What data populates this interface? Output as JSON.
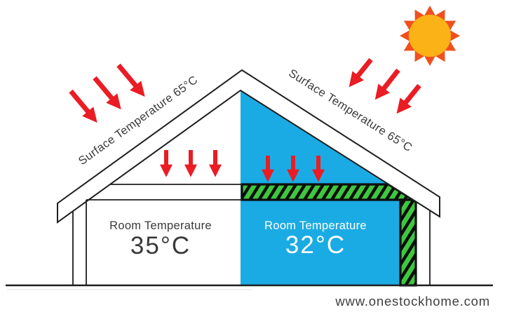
{
  "labels": {
    "left_roof": "Surface Temperature 65°C",
    "right_roof": "Surface Temperature 65°C",
    "left_room_label": "Room Temperature",
    "left_room_value": "35°C",
    "right_room_label": "Room Temperature",
    "right_room_value": "32°C",
    "footer": "www.onestockhome.com"
  },
  "colors": {
    "blue": "#1BABE4",
    "green": "#3DC83E",
    "red": "#EA1C24",
    "sunouter": "#F0501E",
    "suninner": "#FBB216",
    "line": "#1e1e1e",
    "text": "#3a3a3a"
  }
}
